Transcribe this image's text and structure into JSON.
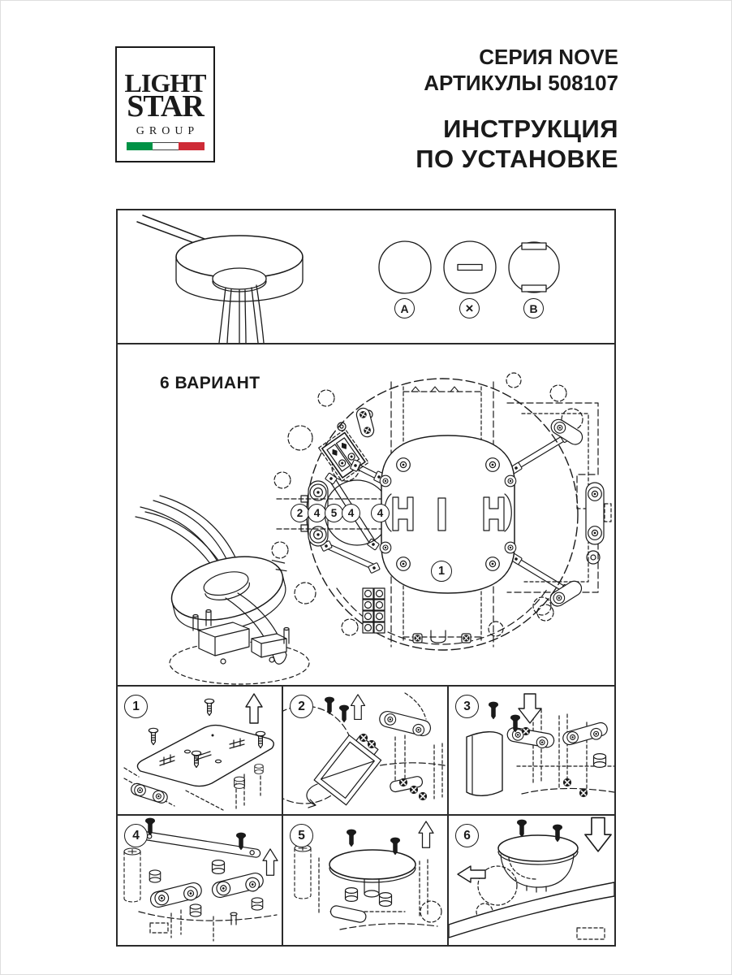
{
  "header": {
    "logo": {
      "line1": "LIGHT",
      "line2": "STAR",
      "line3": "GROUP"
    },
    "series": "СЕРИЯ NOVE",
    "articles": "АРТИКУЛЫ 508107",
    "title_line1": "ИНСТРУКЦИЯ",
    "title_line2": "ПО УСТАНОВКЕ"
  },
  "fastener_panel": {
    "labels": [
      "A",
      "×",
      "B"
    ]
  },
  "variant_panel": {
    "title": "6 ВАРИАНТ",
    "row_callouts": [
      "2",
      "4",
      "5",
      "4",
      "4"
    ],
    "plate_callout": "1"
  },
  "steps": [
    {
      "number": "1"
    },
    {
      "number": "2"
    },
    {
      "number": "3"
    },
    {
      "number": "4"
    },
    {
      "number": "5"
    },
    {
      "number": "6"
    }
  ],
  "colors": {
    "line": "#1a1a1a",
    "flag_green": "#009246",
    "flag_red": "#ce2b37"
  }
}
